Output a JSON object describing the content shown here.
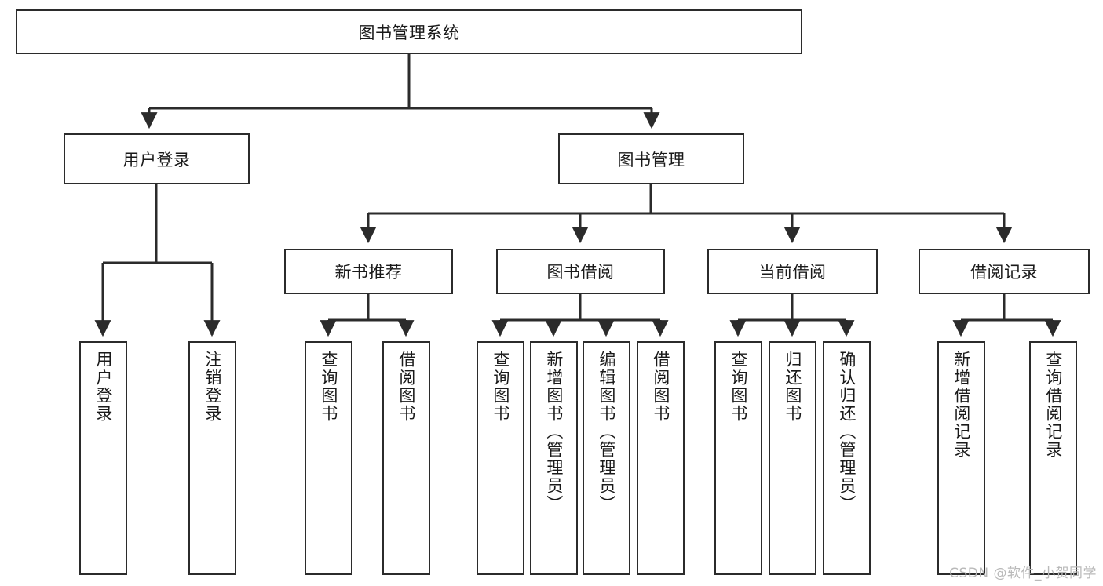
{
  "diagram": {
    "type": "hierarchy-tree",
    "title": "图书管理系统",
    "root": {
      "id": "root",
      "label": "图书管理系统"
    },
    "level2": [
      {
        "id": "user-login",
        "label": "用户登录"
      },
      {
        "id": "book-management",
        "label": "图书管理"
      }
    ],
    "level3": [
      {
        "id": "new-book-recommend",
        "label": "新书推荐",
        "parent": "book-management"
      },
      {
        "id": "book-borrow",
        "label": "图书借阅",
        "parent": "book-management"
      },
      {
        "id": "current-borrow",
        "label": "当前借阅",
        "parent": "book-management"
      },
      {
        "id": "borrow-record",
        "label": "借阅记录",
        "parent": "book-management"
      }
    ],
    "leaves": {
      "user_login": [
        {
          "id": "leaf-user-login",
          "label": "用户登录"
        },
        {
          "id": "leaf-user-logout",
          "label": "注销登录"
        }
      ],
      "new_book_recommend": [
        {
          "id": "leaf-query-book-1",
          "label": "查询图书"
        },
        {
          "id": "leaf-borrow-book-1",
          "label": "借阅图书"
        }
      ],
      "book_borrow": [
        {
          "id": "leaf-query-book-2",
          "label": "查询图书"
        },
        {
          "id": "leaf-add-book",
          "label": "新增图书（管理员）"
        },
        {
          "id": "leaf-edit-book",
          "label": "编辑图书（管理员）"
        },
        {
          "id": "leaf-borrow-book-2",
          "label": "借阅图书"
        }
      ],
      "current_borrow": [
        {
          "id": "leaf-query-book-3",
          "label": "查询图书"
        },
        {
          "id": "leaf-return-book",
          "label": "归还图书"
        },
        {
          "id": "leaf-confirm-return",
          "label": "确认归还（管理员）"
        }
      ],
      "borrow_record": [
        {
          "id": "leaf-add-record",
          "label": "新增借阅记录"
        },
        {
          "id": "leaf-query-record",
          "label": "查询借阅记录"
        }
      ]
    }
  },
  "watermark": {
    "text": "CSDN @软件_小贺同学"
  },
  "colors": {
    "border": "#2b2b2b",
    "background": "#ffffff",
    "text": "#1a1a1a",
    "watermark": "#b9b9b9"
  }
}
